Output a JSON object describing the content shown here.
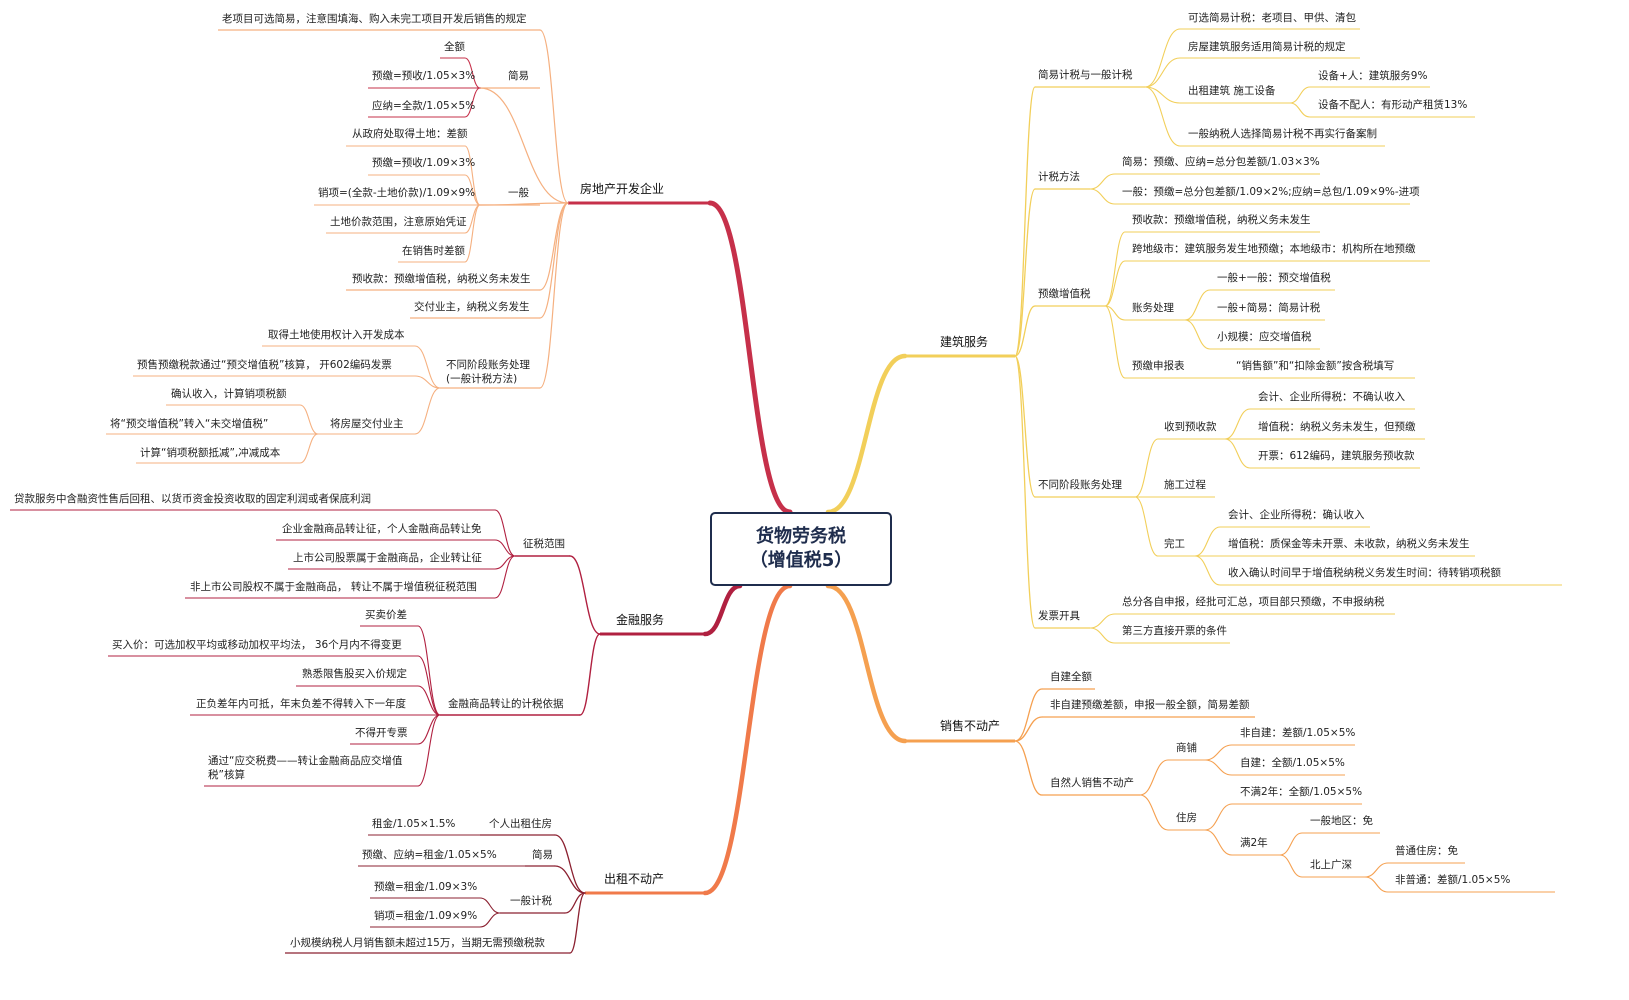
{
  "root": {
    "title_line1": "货物劳务税",
    "title_line2": "（增值税5）"
  },
  "colors": {
    "real_estate": "#c6304a",
    "finance": "#b02040",
    "rental": "#f07a4a",
    "construction": "#f2cf5a",
    "property_sale": "#f5a050"
  },
  "branches": {
    "re": {
      "label": "房地产开发企业",
      "n1": "老项目可选简易，注意围填海、购入未完工项目开发后销售的规定",
      "simple": "简易",
      "s1": "全额",
      "s2": "预缴=预收/1.05×3%",
      "s3": "应纳=全款/1.05×5%",
      "general": "一般",
      "g1": "从政府处取得土地：差额",
      "g2": "预缴=预收/1.09×3%",
      "g3": "销项=(全款-土地价款)/1.09×9%",
      "g4": "土地价款范围，注意原始凭证",
      "g5": "在销售时差额",
      "n5": "预收款：预缴增值税，纳税义务未发生",
      "n6": "交付业主，纳税义务发生",
      "acc": "不同阶段账务处理 (一般计税方法)",
      "a1": "取得土地使用权计入开发成本",
      "a2": "预售预缴税款通过“预交增值税”核算， 开602编码发票",
      "deliver": "将房屋交付业主",
      "d1": "确认收入，计算销项税额",
      "d2": "将“预交增值税”转入“未交增值税”",
      "d3": "计算“销项税额抵减”,冲减成本"
    },
    "fin": {
      "label": "金融服务",
      "scope": "征税范围",
      "sc1": "贷款服务中含融资性售后回租、以货币资金投资收取的固定利润或者保底利润",
      "sc2": "企业金融商品转让征，个人金融商品转让免",
      "sc3": "上市公司股票属于金融商品，企业转让征",
      "sc4": "非上市公司股权不属于金融商品， 转让不属于增值税征税范围",
      "basis": "金融商品转让的计税依据",
      "b1": "买卖价差",
      "b2": "买入价：可选加权平均或移动加权平均法， 36个月内不得变更",
      "b3": "熟悉限售股买入价规定",
      "b4": "正负差年内可抵，年末负差不得转入下一年度",
      "b5": "不得开专票",
      "b6": "通过“应交税费——转让金融商品应交增值税”核算"
    },
    "rent": {
      "label": "出租不动产",
      "personal": "个人出租住房",
      "p1": "租金/1.05×1.5%",
      "simple": "简易",
      "s1": "预缴、应纳=租金/1.05×5%",
      "general": "一般计税",
      "g1": "预缴=租金/1.09×3%",
      "g2": "销项=租金/1.09×9%",
      "n4": "小规模纳税人月销售额未超过15万，当期无需预缴税款"
    },
    "con": {
      "label": "建筑服务",
      "a": "简易计税与一般计税",
      "a1": "可选简易计税：老项目、甲供、清包",
      "a2": "房屋建筑服务适用简易计税的规定",
      "a3": "出租建筑 施工设备",
      "a3a": "设备+人：建筑服务9%",
      "a3b": "设备不配人：有形动产租赁13%",
      "a4": "一般纳税人选择简易计税不再实行备案制",
      "b": "计税方法",
      "b1": "简易：预缴、应纳=总分包差额/1.03×3%",
      "b2": "一般：预缴=总分包差额/1.09×2%;应纳=总包/1.09×9%-进项",
      "c": "预缴增值税",
      "c1": "预收款：预缴增值税，纳税义务未发生",
      "c2": "跨地级市：建筑服务发生地预缴；本地级市：机构所在地预缴",
      "c3": "账务处理",
      "c3a": "一般+一般：预交增值税",
      "c3b": "一般+简易：简易计税",
      "c3c": "小规模：应交增值税",
      "c4": "预缴申报表",
      "c4a": "“销售额”和“扣除金额”按含税填写",
      "d": "不同阶段账务处理",
      "d1": "收到预收款",
      "d1a": "会计、企业所得税：不确认收入",
      "d1b": "增值税：纳税义务未发生，但预缴",
      "d1c": "开票：612编码，建筑服务预收款",
      "d2": "施工过程",
      "d3": "完工",
      "d3a": "会计、企业所得税：确认收入",
      "d3b": "增值税：质保金等未开票、未收款，纳税义务未发生",
      "d3c": "收入确认时间早于增值税纳税义务发生时间：待转销项税额",
      "e": "发票开具",
      "e1": "总分各自申报，经批可汇总，项目部只预缴，不申报纳税",
      "e2": "第三方直接开票的条件"
    },
    "sale": {
      "label": "销售不动产",
      "a": "自建全额",
      "b": "非自建预缴差额，申报一般全额，简易差额",
      "c": "自然人销售不动产",
      "shop": "商铺",
      "shop1": "非自建：差额/1.05×5%",
      "shop2": "自建：全额/1.05×5%",
      "house": "住房",
      "h1": "不满2年：全额/1.05×5%",
      "h2": "满2年",
      "h2a": "一般地区：免",
      "h2b": "北上广深",
      "h2b1": "普通住房：免",
      "h2b2": "非普通：差额/1.05×5%"
    }
  }
}
